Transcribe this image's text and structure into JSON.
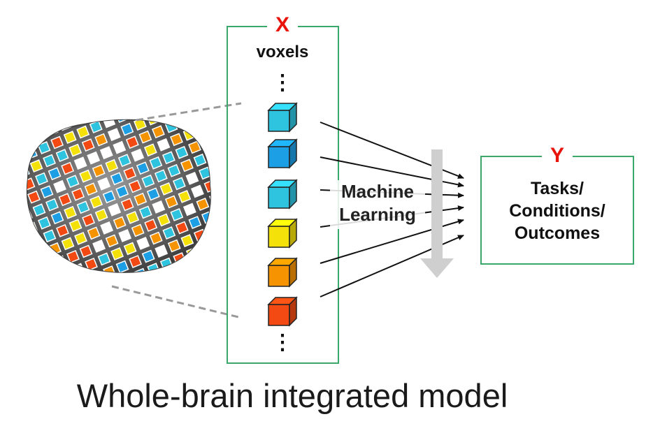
{
  "x_box": {
    "letter": "X",
    "title": "voxels",
    "ellipsis_top": "⋮",
    "ellipsis_bottom": "⋮"
  },
  "method": {
    "line1": "Machine",
    "line2": "Learning"
  },
  "y_box": {
    "letter": "Y",
    "line1": "Tasks/",
    "line2": "Conditions/",
    "line3": "Outcomes"
  },
  "caption": "Whole-brain integrated model",
  "colors": {
    "box_border": "#3aa86b",
    "letter": "#e8140c",
    "cube_cyan": "#2ec4e0",
    "cube_blue": "#1d9fe6",
    "cube_yellow": "#f5e10a",
    "cube_orange": "#f59300",
    "cube_red": "#f24a12",
    "brain": "#6a6a6a",
    "down_arrow": "#cfcfcf"
  },
  "cubes": [
    "cube_cyan",
    "cube_blue",
    "cube_cyan",
    "cube_yellow",
    "cube_orange",
    "cube_red"
  ]
}
